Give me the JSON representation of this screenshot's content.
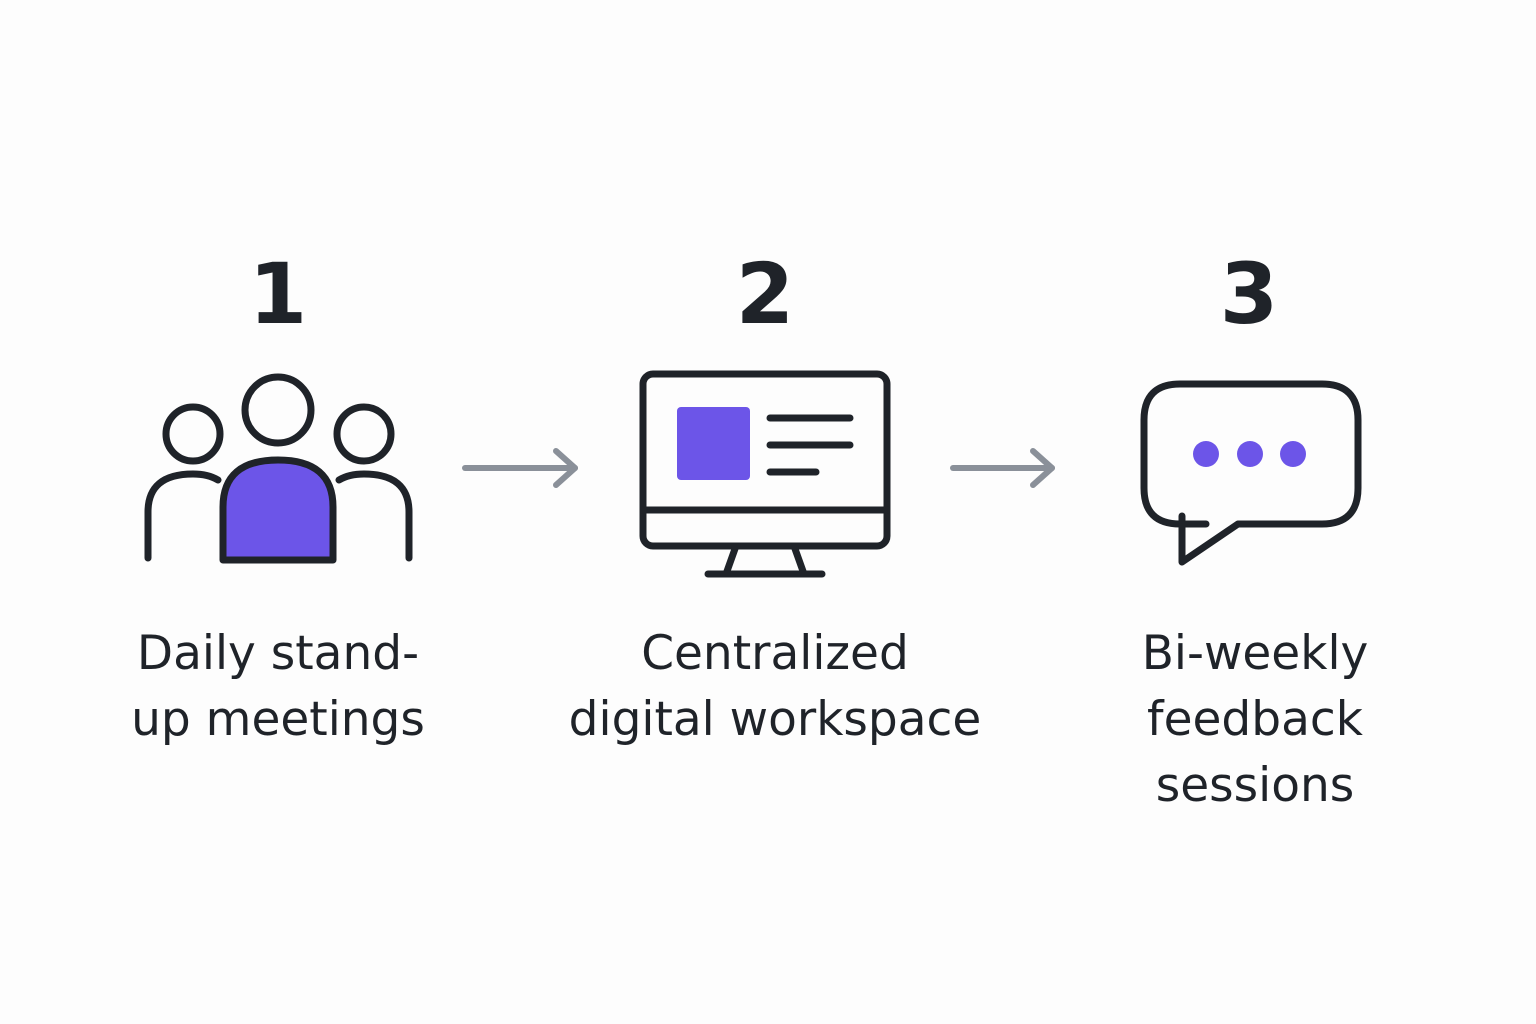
{
  "steps": [
    {
      "number": "1",
      "label_lines": [
        "Daily stand-",
        "up meetings"
      ],
      "icon": "team-icon"
    },
    {
      "number": "2",
      "label_lines": [
        "Centralized",
        "digital workspace"
      ],
      "icon": "monitor-icon"
    },
    {
      "number": "3",
      "label_lines": [
        "Bi-weekly",
        "feedback",
        "sessions"
      ],
      "icon": "chat-bubble-icon"
    }
  ],
  "colors": {
    "accent": "#6c55e8",
    "ink": "#1f2329",
    "arrow": "#8a9099",
    "background": "#fdfdfd"
  }
}
